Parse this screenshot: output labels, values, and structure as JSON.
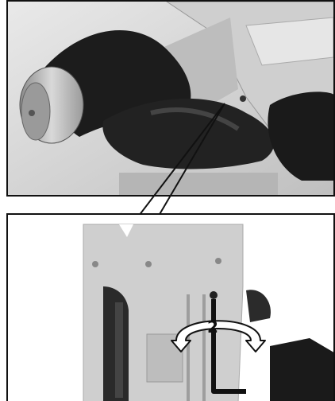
{
  "figure": {
    "callout_step": "2",
    "panels": [
      {
        "id": "top-panel",
        "content": "handle-and-lever-photo"
      },
      {
        "id": "bottom-panel",
        "content": "bracket-with-hex-key-detail"
      }
    ],
    "icons": [
      "rotation-arrow-icon",
      "hex-key-icon",
      "screw-icon"
    ],
    "colors": {
      "outline": "#111111",
      "handle": "#1c1c1c",
      "metal": "#c8c8c8",
      "arrow_fill": "#ffffff"
    }
  }
}
